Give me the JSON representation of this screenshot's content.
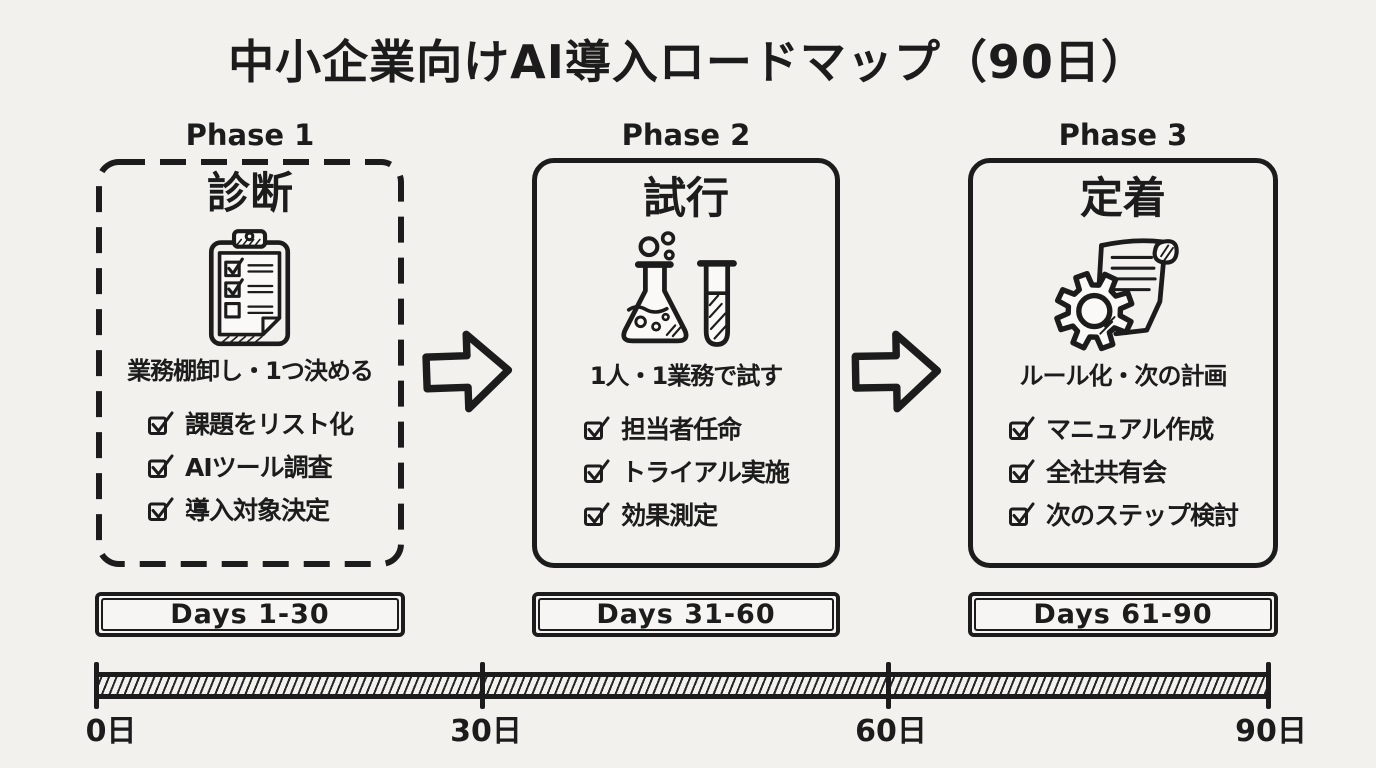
{
  "title": "中小企業向けAI導入ロードマップ（90日）",
  "phases": [
    {
      "label": "Phase 1",
      "name": "診断",
      "icon": "clipboard-checklist",
      "subtitle": "業務棚卸し・1つ決める",
      "tasks": [
        "課題をリスト化",
        "AIツール調査",
        "導入対象決定"
      ],
      "days": "Days 1-30"
    },
    {
      "label": "Phase 2",
      "name": "試行",
      "icon": "flask-testtube",
      "subtitle": "1人・1業務で試す",
      "tasks": [
        "担当者任命",
        "トライアル実施",
        "効果測定"
      ],
      "days": "Days 31-60"
    },
    {
      "label": "Phase 3",
      "name": "定着",
      "icon": "gear-document",
      "subtitle": "ルール化・次の計画",
      "tasks": [
        "マニュアル作成",
        "全社共有会",
        "次のステップ検討"
      ],
      "days": "Days 61-90"
    }
  ],
  "timeline": {
    "tick_labels": [
      "0日",
      "30日",
      "60日",
      "90日"
    ]
  },
  "colors": {
    "ink": "#1c1c1c",
    "background": "#f2f1ee"
  }
}
